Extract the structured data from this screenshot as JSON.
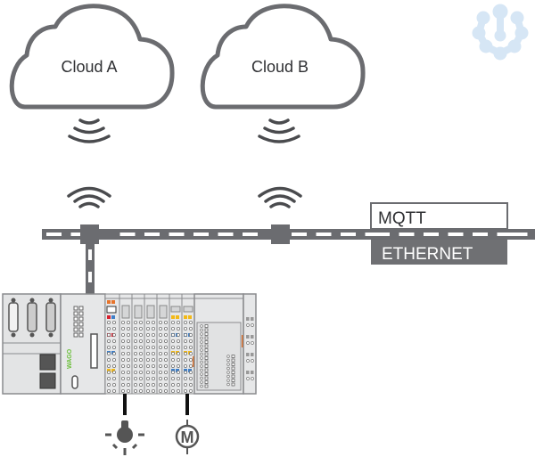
{
  "diagram": {
    "clouds": [
      {
        "label": "Cloud A"
      },
      {
        "label": "Cloud B"
      }
    ],
    "protocol_labels": {
      "top": "MQTT",
      "bottom": "ETHERNET"
    },
    "controller": {
      "logo_text": "WAGO"
    },
    "field_devices": [
      {
        "name": "lamp"
      },
      {
        "name": "motor",
        "symbol": "M"
      }
    ],
    "colors": {
      "line": "#6b6c70",
      "label_bg": "#6f7073",
      "label_text_dark": "#2f3033",
      "label_text_light": "#ffffff",
      "device_body": "#e6e7e8",
      "device_border": "#8a8b8e",
      "accent_orange": "#e7742b",
      "accent_red": "#d8202f",
      "accent_blue": "#3f7fc8",
      "accent_yellow": "#f2b917",
      "logo_green": "#6bbf3a",
      "watermark": "#d6e6f5"
    }
  }
}
